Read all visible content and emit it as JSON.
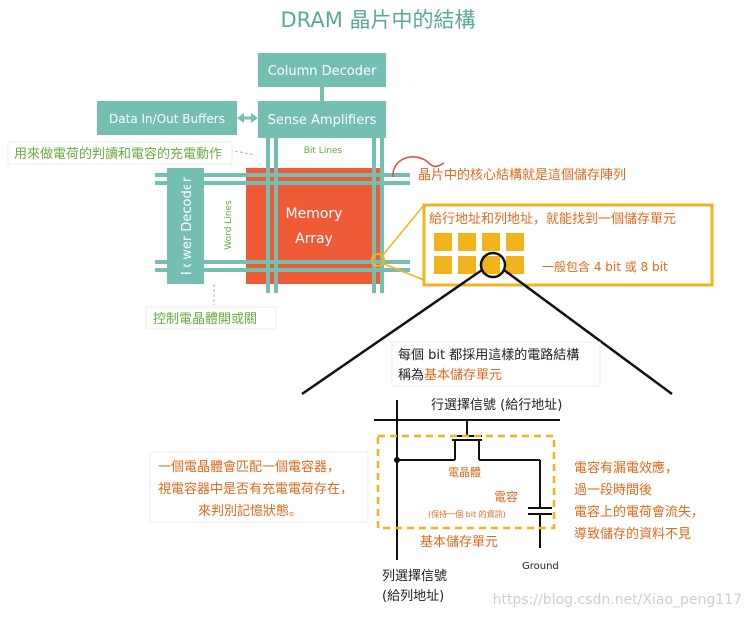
{
  "title": "DRAM 晶片中的結構",
  "blocks": {
    "column_decoder": "Column Decoder",
    "sense_amplifiers": "Sense Amplifiers",
    "data_buffers": "Data In/Out Buffers",
    "power_decoder": "Power Decoder",
    "memory_array_line1": "Memory",
    "memory_array_line2": "Array"
  },
  "labels": {
    "bit_lines": "Bit Lines",
    "word_lines": "Word Lines"
  },
  "notes": {
    "bitline_control": "用來做電荷的判讀和電容的充電動作",
    "core_structure": "晶片中的核心結構就是這個儲存陣列",
    "addressing": "給行地址和列地址，就能找到一個儲存單元",
    "bits": "一般包含 4 bit 或 8 bit",
    "transistor_control": "控制電晶體開或關",
    "every_bit_line1": "每個 bit 都採用這樣的電路結構",
    "every_bit_line2_prefix": "稱為",
    "every_bit_line2_highlight": "基本儲存單元",
    "row_select": "行選擇信號 (給行地址)",
    "transistor": "電晶體",
    "capacitor": "電容",
    "capacitor_sub": "(保持一個 bit 的資訊)",
    "basic_cell": "基本儲存單元",
    "ground": "Ground",
    "col_select_line1": "列選擇信號",
    "col_select_line2": "(給列地址)",
    "left_explain_1": "一個電晶體會匹配一個電容器，",
    "left_explain_2": "視電容器中是否有充電電荷存在，",
    "left_explain_3": "來判別記憶狀態。",
    "right_explain_1": "電容有漏電效應，",
    "right_explain_2": "過一段時間後",
    "right_explain_3": "電容上的電荷會流失，",
    "right_explain_4": "導致儲存的資料不見"
  },
  "watermark": "https://blog.csdn.net/Xiao_peng117",
  "colors": {
    "teal": "#74bfb1",
    "orange_block": "#ef5b36",
    "green_text": "#6aad3d",
    "orange_text": "#e06a1c",
    "yellow": "#f2b41c",
    "dark": "#222222"
  }
}
